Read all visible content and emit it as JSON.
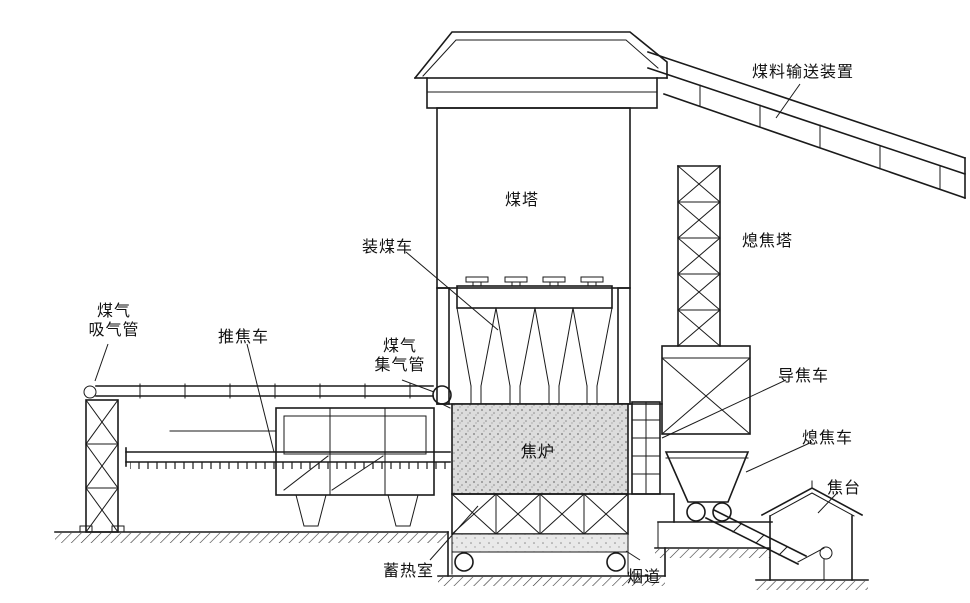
{
  "figure": {
    "background": "#ffffff",
    "line_color": "#1a1a1a",
    "oven_fill": "#dcdcdc",
    "labels": {
      "coal_conveyor": "煤料输送装置",
      "coal_tower": "煤塔",
      "charging_car": "装煤车",
      "quenching_tower": "熄焦塔",
      "gas_suction_pipe": [
        "煤气",
        "吸气管"
      ],
      "pusher_car": "推焦车",
      "gas_collecting_main": [
        "煤气",
        "集气管"
      ],
      "coke_guide_car": "导焦车",
      "quenching_car": "熄焦车",
      "coke_oven": "焦炉",
      "coke_wharf": "焦台",
      "regenerator": "蓄热室",
      "flue": "烟道"
    }
  }
}
